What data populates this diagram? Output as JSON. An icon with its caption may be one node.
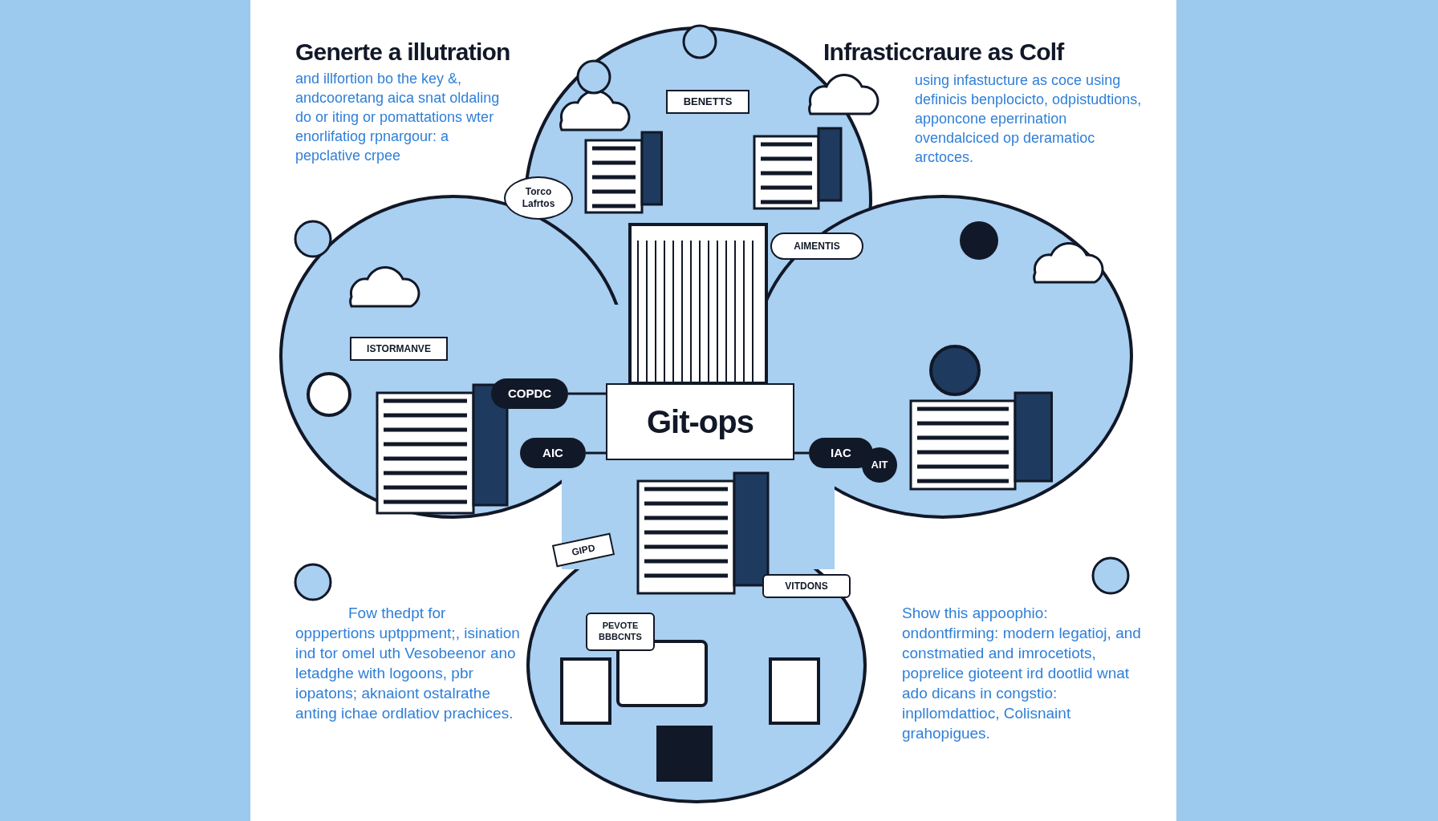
{
  "diagram": {
    "nodes": [
      {
        "text": [
          "Git-ops"
        ]
      },
      {
        "text": [
          "COPDC"
        ]
      },
      {
        "text": [
          "AIC"
        ]
      },
      {
        "text": [
          "IAC"
        ]
      },
      {
        "text": [
          "AIT"
        ]
      },
      {
        "text": [
          "BENETTS"
        ]
      },
      {
        "text": [
          "Torco Lafrtos"
        ]
      },
      {
        "text": [
          "AIMENTIS"
        ]
      },
      {
        "text": [
          "ISTORMANVE"
        ]
      },
      {
        "text": [
          "GIPD"
        ]
      },
      {
        "text": [
          "PEVOTE BBBCNTS"
        ]
      },
      {
        "text": [
          "VITDONS"
        ]
      }
    ],
    "edges": [
      {
        "from": 1,
        "to": 0,
        "arrow": "none"
      },
      {
        "from": 2,
        "to": 0,
        "arrow": "none"
      },
      {
        "from": 3,
        "to": 0,
        "arrow": "none"
      }
    ],
    "labels": [
      "Generte a illutration",
      "and illfortion bo the key &, andcooretang aica snat oldaling do or iting or pomattations wter enorlifatiog rpnargour: a pepclative crpee",
      "Infrasticcraure as Colf",
      "using infastucture as coce using definicis benplocicto, odpistudtions, apponcone eperrination ovendalciced op deramatioc arctoces.",
      "Fow thedpt for opppertions uptppment;, isination ind tor omel uth Vesobeenor ano letadghe with logoons, pbr iopatons; aknaiont ostalrathe anting ichae ordlatiov prachices.",
      "Show this appoophio: ondontfirming: modern legatioj, and constmatied and imrocetiots, poprelice gioteent ird dootlid wnat ado dicans in congstio: inpllomdattioc, Colisnaint grahopigues."
    ]
  }
}
